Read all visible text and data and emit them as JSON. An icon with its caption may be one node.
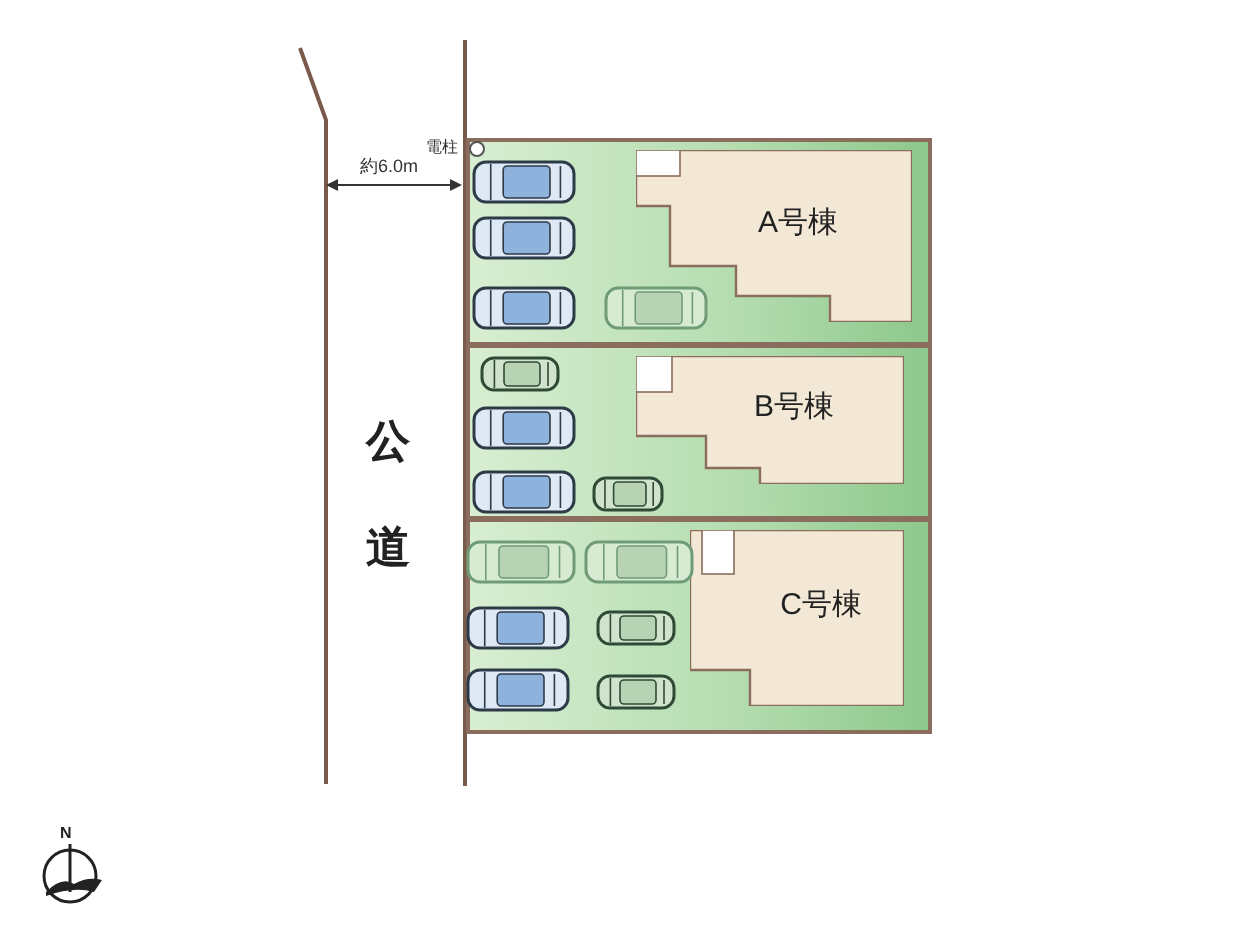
{
  "diagram": {
    "nodes": [
      {
        "text": [],
        "shape": "box"
      },
      {
        "text": [
          "A号棟"
        ],
        "in": 0
      },
      {
        "text": [],
        "shape": "box"
      },
      {
        "text": [
          "B号棟"
        ],
        "in": 2
      },
      {
        "text": [],
        "shape": "box"
      },
      {
        "text": [
          "C号棟"
        ],
        "in": 4
      }
    ],
    "labels": [
      "電柱",
      "約6.0m",
      "公道",
      "N"
    ]
  }
}
